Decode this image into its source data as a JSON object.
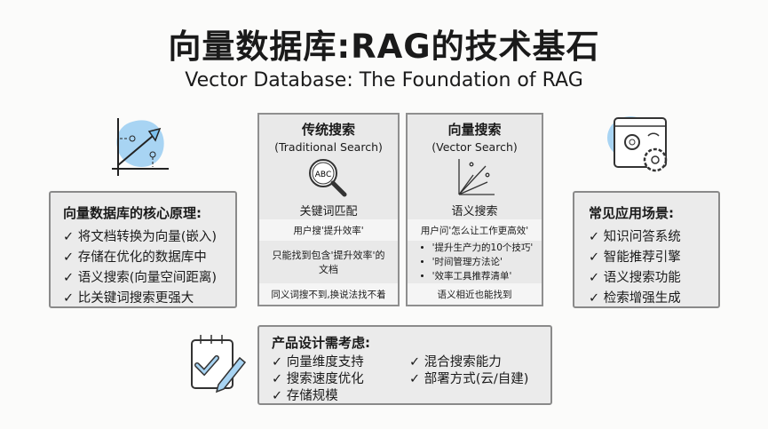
{
  "title": "向量数据库:RAG的技术基石",
  "subtitle": "Vector Database: The Foundation of RAG",
  "principles": {
    "heading": "向量数据库的核心原理:",
    "items": [
      "将文档转换为向量(嵌入)",
      "存储在优化的数据库中",
      "语义搜索(向量空间距离)",
      "比关键词搜索更强大"
    ]
  },
  "traditional": {
    "title": "传统搜索",
    "subtitle": "(Traditional Search)",
    "icon_text": "ABC",
    "method": "关键词匹配",
    "query": "用户搜'提升效率'",
    "result": "只能找到包含'提升效率'的文档",
    "limitation": "同义词搜不到,换说法找不着"
  },
  "vector": {
    "title": "向量搜索",
    "subtitle": "(Vector Search)",
    "method": "语义搜索",
    "query": "用户问'怎么让工作更高效'",
    "results": [
      "'提升生产力的10个技巧'",
      "'时间管理方法论'",
      "'效率工具推荐清单'"
    ],
    "benefit": "语义相近也能找到"
  },
  "scenarios": {
    "heading": "常见应用场景:",
    "items": [
      "知识问答系统",
      "智能推荐引擎",
      "语义搜索功能",
      "检索增强生成"
    ]
  },
  "design": {
    "heading": "产品设计需考虑:",
    "items": [
      "向量维度支持",
      "搜索速度优化",
      "存储规模",
      "混合搜索能力",
      "部署方式(云/自建)"
    ]
  },
  "check": "✓",
  "colors": {
    "accent": "#8ec7ee",
    "box": "#ebebeb",
    "border": "#8a8a8a"
  }
}
